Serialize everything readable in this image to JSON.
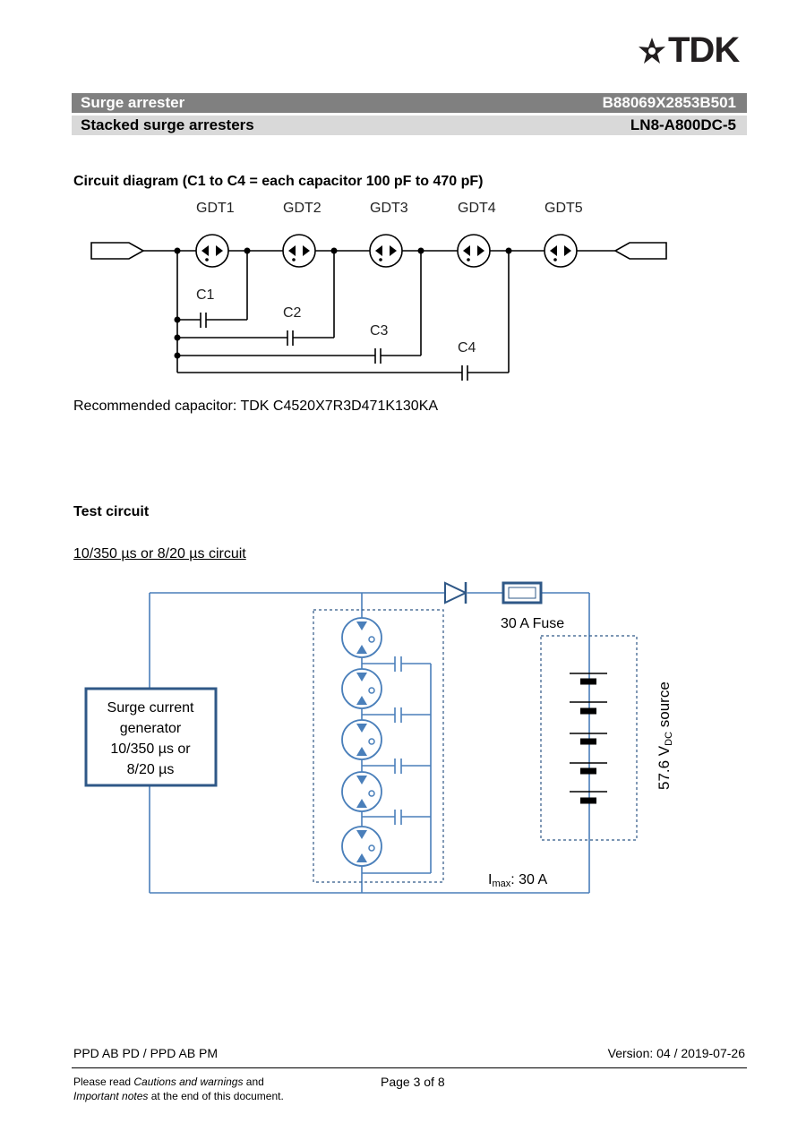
{
  "logo": {
    "text": "TDK"
  },
  "header": {
    "row1_left": "Surge arrester",
    "row1_right": "B88069X2853B501",
    "row2_left": "Stacked surge arresters",
    "row2_right": "LN8-A800DC-5"
  },
  "circuit_diagram": {
    "heading": "Circuit diagram (C1 to C4 = each capacitor 100 pF to 470 pF)",
    "gdt_labels": [
      "GDT1",
      "GDT2",
      "GDT3",
      "GDT4",
      "GDT5"
    ],
    "capacitor_labels": [
      "C1",
      "C2",
      "C3",
      "C4"
    ],
    "recommended": "Recommended capacitor: TDK C4520X7R3D471K130KA"
  },
  "test_circuit": {
    "heading": "Test circuit",
    "subheading": "10/350 µs or 8/20 µs circuit",
    "generator_lines": [
      "Surge current",
      "generator",
      "10/350 µs or",
      "8/20 µs"
    ],
    "fuse_label": "30 A Fuse",
    "source_label_main": "57.6 V",
    "source_label_sub": "DC",
    "source_label_tail": " source",
    "imax_main": "I",
    "imax_sub": "max",
    "imax_tail": ": 30 A"
  },
  "footer": {
    "left": "PPD AB PD / PPD AB PM",
    "right": "Version: 04 / 2019-07-26",
    "note_1": "Please read ",
    "note_2": "Cautions and warnings",
    "note_3": " and",
    "note_4": "Important notes",
    "note_5": " at the end of this document.",
    "page": "Page 3 of 8"
  },
  "colors": {
    "header_dark": "#808080",
    "header_light": "#d9d9d9",
    "wire_blue": "#4a7fba",
    "box_blue": "#2f5887"
  }
}
